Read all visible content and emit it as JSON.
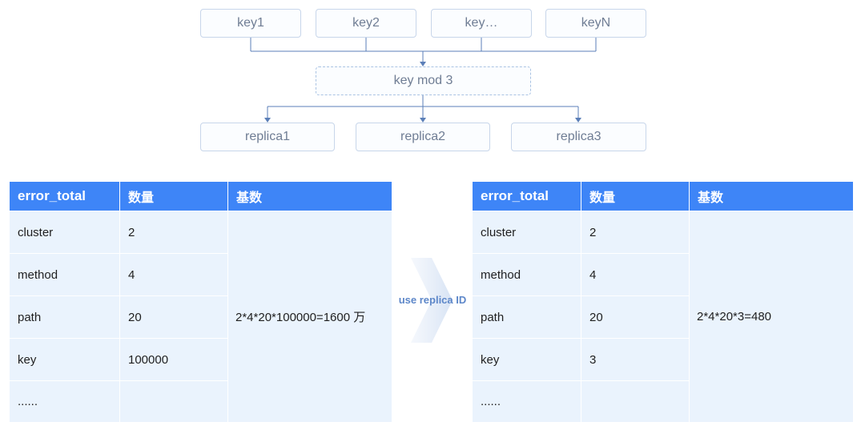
{
  "diagram": {
    "keys": [
      "key1",
      "key2",
      "key…",
      "keyN"
    ],
    "router": "key mod 3",
    "replicas": [
      "replica1",
      "replica2",
      "replica3"
    ]
  },
  "table_left": {
    "headers": [
      "error_total",
      "数量",
      "基数"
    ],
    "rows": [
      {
        "label": "cluster",
        "value": "2"
      },
      {
        "label": "method",
        "value": "4"
      },
      {
        "label": "path",
        "value": "20"
      },
      {
        "label": "key",
        "value": "100000"
      },
      {
        "label": "......",
        "value": ""
      }
    ],
    "base": "2*4*20*100000=1600 万"
  },
  "arrow_label": "use replica ID",
  "table_right": {
    "headers": [
      "error_total",
      "数量",
      "基数"
    ],
    "rows": [
      {
        "label": "cluster",
        "value": "2"
      },
      {
        "label": "method",
        "value": "4"
      },
      {
        "label": "path",
        "value": "20"
      },
      {
        "label": "key",
        "value": "3"
      },
      {
        "label": "......",
        "value": ""
      }
    ],
    "base": "2*4*20*3=480"
  },
  "colors": {
    "header_bg": "#3e85f7",
    "cell_bg": "#eaf3fd",
    "connector": "#5b7fb8",
    "node_text": "#6f7d94"
  }
}
